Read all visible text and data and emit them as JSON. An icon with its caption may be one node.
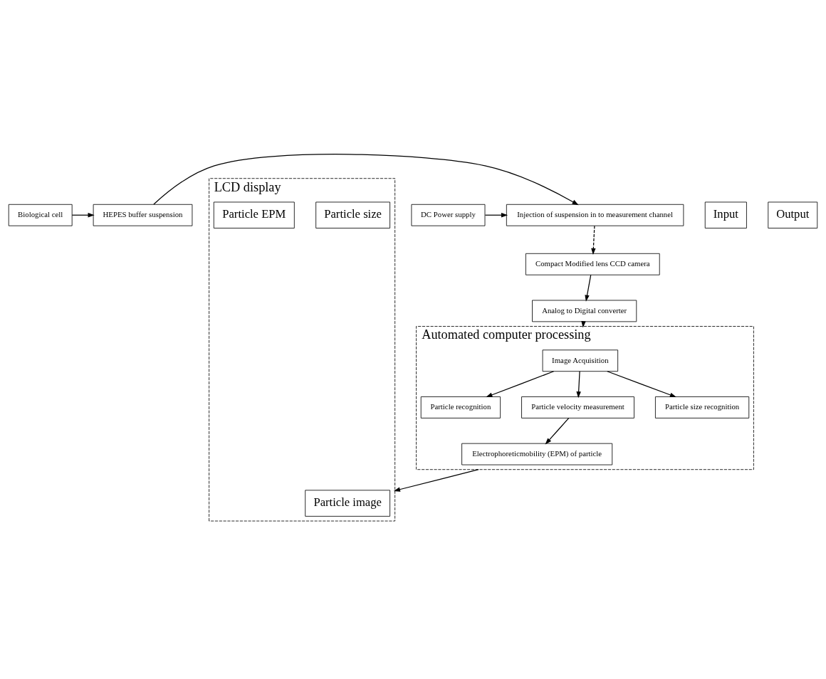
{
  "diagram": {
    "nodes": [
      {
        "text": [
          "Biological cell"
        ]
      },
      {
        "text": [
          "HEPES buffer suspension"
        ]
      },
      {
        "text": [
          "Injection of suspension in to measurement channel"
        ]
      },
      {
        "text": [
          "DC Power supply"
        ]
      },
      {
        "text": [
          "Automated computer processing"
        ]
      },
      {
        "text": [
          "Image Acquisition"
        ],
        "in": 4
      },
      {
        "text": [
          "Particle recognition"
        ],
        "in": 4
      },
      {
        "text": [
          "Particle velocity measurement"
        ],
        "in": 4
      },
      {
        "text": [
          "Particle size recognition"
        ],
        "in": 4
      },
      {
        "text": [
          "Electrophoreticmobility (EPM) of particle"
        ],
        "in": 4
      },
      {
        "text": [
          "Compact Modified lens CCD camera"
        ]
      },
      {
        "text": [
          "Input"
        ]
      },
      {
        "text": [
          "Analog to Digital converter"
        ]
      },
      {
        "text": [
          "Output"
        ]
      },
      {
        "text": [
          "LCD display"
        ]
      },
      {
        "text": [
          "Particle image"
        ],
        "in": 14
      },
      {
        "text": [
          "Particle size"
        ],
        "in": 14
      },
      {
        "text": [
          "Particle EPM"
        ],
        "in": 14
      }
    ],
    "edges": [
      {
        "from": 0,
        "to": 1,
        "arrow": "to"
      },
      {
        "from": 1,
        "to": 2,
        "arrow": "to"
      },
      {
        "from": 3,
        "to": 2,
        "arrow": "to"
      },
      {
        "from": 2,
        "to": 10,
        "arrow": "to",
        "style": "dashed"
      },
      {
        "from": 10,
        "to": 12,
        "arrow": "to"
      },
      {
        "from": 12,
        "to": 4,
        "arrow": "to"
      },
      {
        "from": 5,
        "to": 6,
        "arrow": "to"
      },
      {
        "from": 5,
        "to": 7,
        "arrow": "to"
      },
      {
        "from": 5,
        "to": 8,
        "arrow": "to"
      },
      {
        "from": 7,
        "to": 9,
        "arrow": "to"
      },
      {
        "from": 4,
        "to": 14,
        "arrow": "to"
      }
    ]
  }
}
